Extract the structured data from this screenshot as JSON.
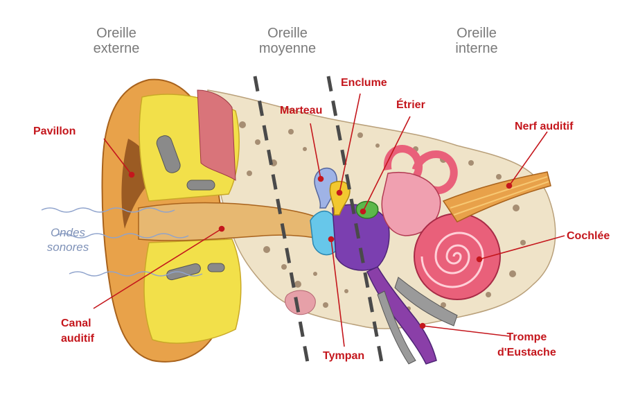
{
  "zones": {
    "outer": {
      "line1": "Oreille",
      "line2": "externe"
    },
    "middle": {
      "line1": "Oreille",
      "line2": "moyenne"
    },
    "inner": {
      "line1": "Oreille",
      "line2": "interne"
    }
  },
  "labels": {
    "pavillon": "Pavillon",
    "marteau": "Marteau",
    "enclume": "Enclume",
    "etrier": "Étrier",
    "nerf_auditif": "Nerf auditif",
    "cochlee": "Cochlée",
    "canal_line1": "Canal",
    "canal_line2": "auditif",
    "tympan": "Tympan",
    "trompe_line1": "Trompe",
    "trompe_line2": "d'Eustache"
  },
  "waves": {
    "line1": "Ondes",
    "line2": "sonores"
  },
  "colors": {
    "label": "#c4161c",
    "zone_title": "#7a7a7a",
    "wave": "#7f92b8",
    "divider": "#4a4a4a",
    "skin": "#e8a24a",
    "fat": "#f2e04a",
    "bone": "#efe3c8",
    "cochlea": "#e9607a",
    "ossicle_blue": "#9fb3e6",
    "eustache": "#8a3fa8"
  }
}
